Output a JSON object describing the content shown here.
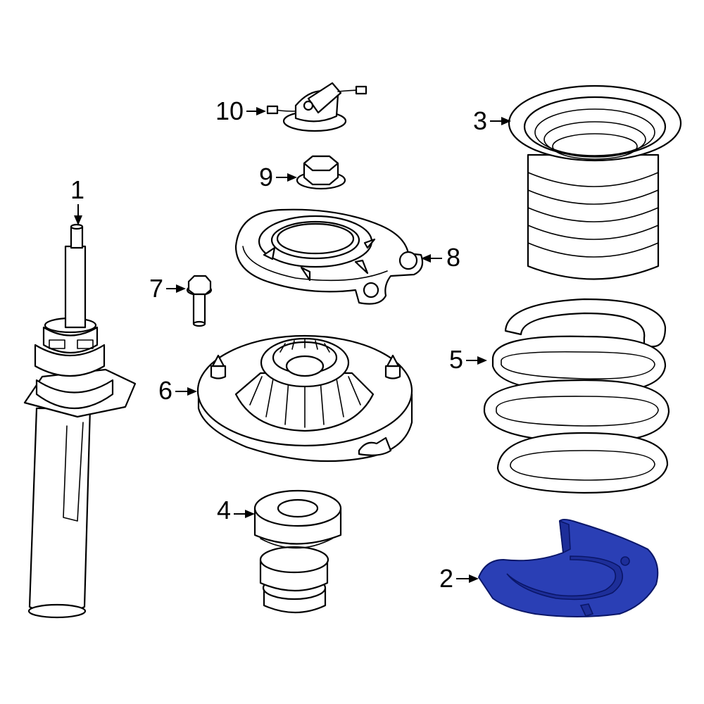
{
  "highlight_color": "#2a3fb5",
  "callouts": [
    {
      "id": "1",
      "label": "1"
    },
    {
      "id": "2",
      "label": "2"
    },
    {
      "id": "3",
      "label": "3"
    },
    {
      "id": "4",
      "label": "4"
    },
    {
      "id": "5",
      "label": "5"
    },
    {
      "id": "6",
      "label": "6"
    },
    {
      "id": "7",
      "label": "7"
    },
    {
      "id": "8",
      "label": "8"
    },
    {
      "id": "9",
      "label": "9"
    },
    {
      "id": "10",
      "label": "10"
    }
  ]
}
